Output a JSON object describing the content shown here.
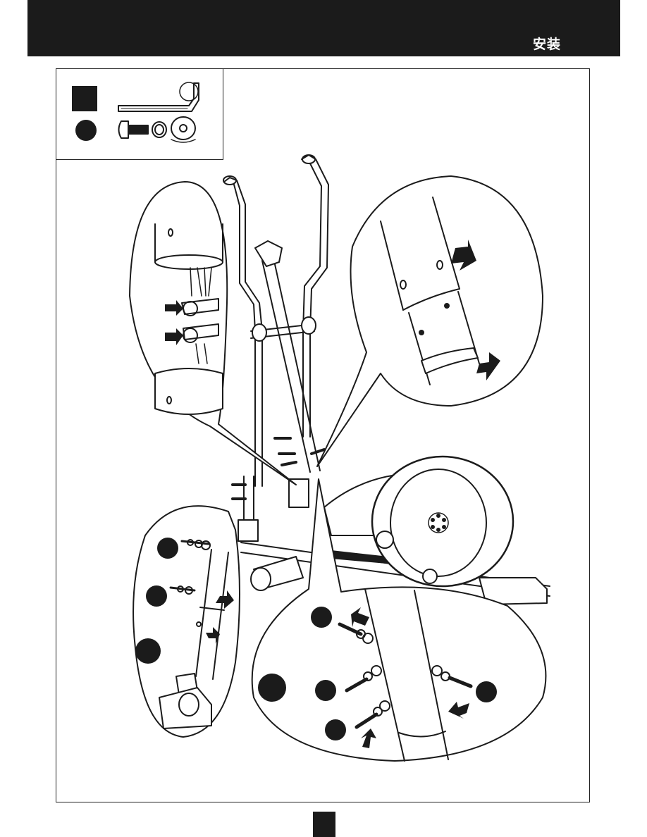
{
  "header": {
    "title": "安装",
    "background_color": "#1b1b1b",
    "text_color": "#ffffff"
  },
  "parts_box": {
    "items": [
      "allen-key",
      "bolt-with-washers"
    ]
  },
  "diagram": {
    "subject": "elliptical-trainer-handlebar-assembly",
    "line_color": "#1b1b1b"
  }
}
